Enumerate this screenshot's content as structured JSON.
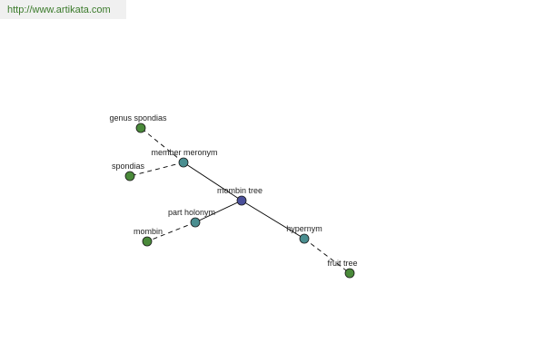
{
  "header": {
    "url": "http://www.artikata.com"
  },
  "colors": {
    "center_node": "#4a4f9a",
    "relation_node": "#4a8e90",
    "term_node": "#4a8a3a",
    "edge": "#000000",
    "url_text": "#3a7a2a"
  },
  "graph": {
    "center": {
      "id": "mombin-tree",
      "label": "mombin tree",
      "type": "center"
    },
    "relations": [
      {
        "id": "member-meronym",
        "label": "member meronym",
        "type": "relation",
        "terms": [
          {
            "id": "genus-spondias",
            "label": "genus spondias",
            "type": "term"
          },
          {
            "id": "spondias",
            "label": "spondias",
            "type": "term"
          }
        ]
      },
      {
        "id": "part-holonym",
        "label": "part holonym",
        "type": "relation",
        "terms": [
          {
            "id": "mombin",
            "label": "mombin",
            "type": "term"
          }
        ]
      },
      {
        "id": "hypernym",
        "label": "hypernym",
        "type": "relation",
        "terms": [
          {
            "id": "fruit-tree",
            "label": "fruit tree",
            "type": "term"
          }
        ]
      }
    ]
  }
}
